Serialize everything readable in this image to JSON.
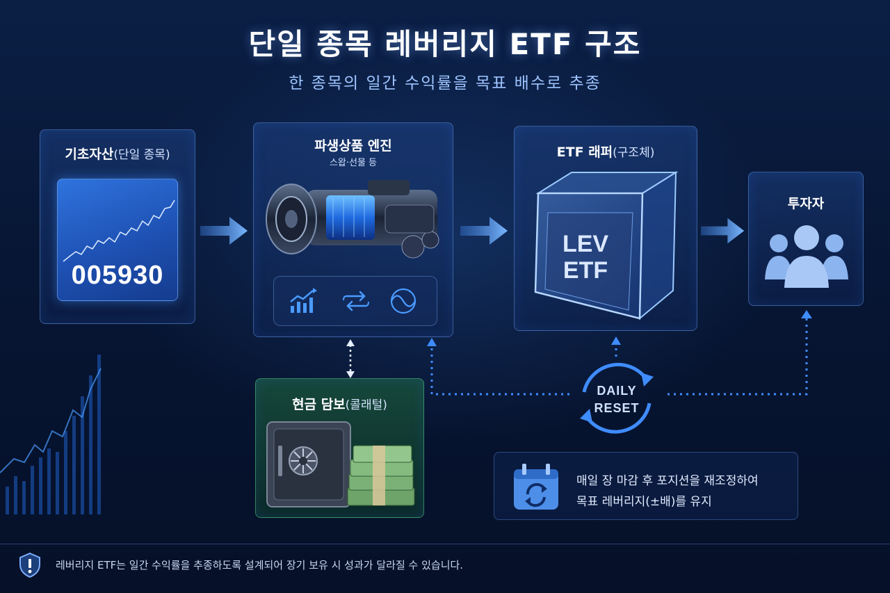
{
  "title": "단일 종목 레버리지 ETF 구조",
  "subtitle": "한 종목의 일간 수익률을 목표 배수로 추종",
  "underlying": {
    "title": "기초자산",
    "title_paren": "(단일 종목)",
    "ticker": "005930"
  },
  "engine": {
    "title": "파생상품 엔진",
    "subtitle": "스왑·선물 등",
    "icons": [
      "bar-growth-icon",
      "swap-arrows-icon",
      "sine-wave-icon"
    ]
  },
  "wrapper": {
    "title": "ETF 래퍼",
    "title_paren": "(구조체)",
    "box_line1": "LEV",
    "box_line2": "ETF"
  },
  "investor": {
    "title": "투자자"
  },
  "collateral": {
    "title": "현금 담보",
    "title_paren": "(콜래털)"
  },
  "daily_reset": {
    "line1": "DAILY",
    "line2": "RESET"
  },
  "info": {
    "line1": "매일 장 마감 후 포지션을 재조정하여",
    "line2": "목표 레버리지(±배)를 유지"
  },
  "footer": {
    "text": "레버리지 ETF는 일간 수익률을 추종하도록 설계되어 장기 보유 시 성과가 달라질 수 있습니다."
  },
  "colors": {
    "accent": "#4a9bff",
    "arrow": "#6fb0ff",
    "cash_green": "#2f8a5c",
    "background": "#071634"
  }
}
